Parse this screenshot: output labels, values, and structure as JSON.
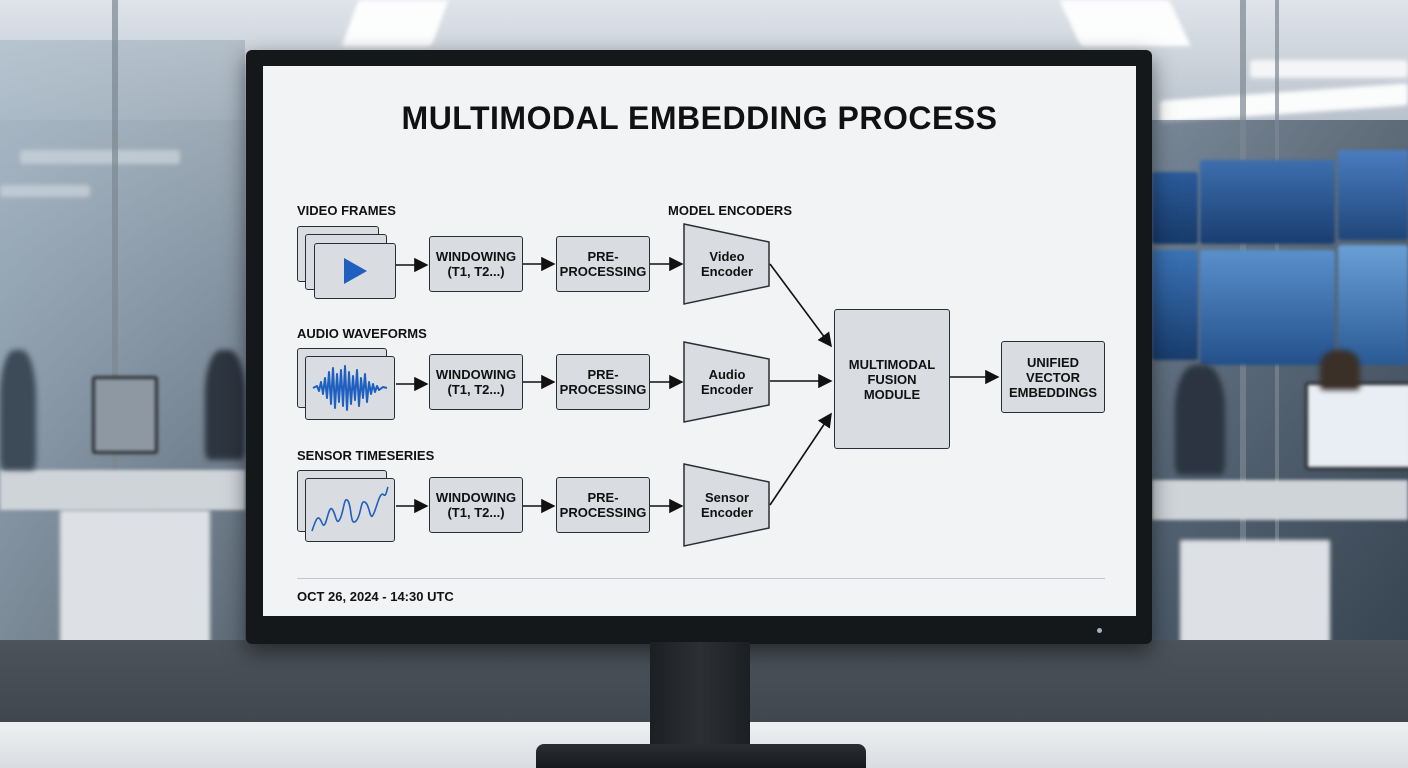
{
  "diagram": {
    "title": "MULTIMODAL EMBEDDING PROCESS",
    "encoders_header": "MODEL ENCODERS",
    "rows": [
      {
        "label": "VIDEO FRAMES",
        "icon": "video-play-icon",
        "windowing": [
          "WINDOWING",
          "(T1, T2...)"
        ],
        "preprocessing": [
          "PRE-",
          "PROCESSING"
        ],
        "encoder": [
          "Video",
          "Encoder"
        ]
      },
      {
        "label": "AUDIO WAVEFORMS",
        "icon": "audio-waveform-icon",
        "windowing": [
          "WINDOWING",
          "(T1, T2...)"
        ],
        "preprocessing": [
          "PRE-",
          "PROCESSING"
        ],
        "encoder": [
          "Audio",
          "Encoder"
        ]
      },
      {
        "label": "SENSOR TIMESERIES",
        "icon": "sensor-timeseries-icon",
        "windowing": [
          "WINDOWING",
          "(T1, T2...)"
        ],
        "preprocessing": [
          "PRE-",
          "PROCESSING"
        ],
        "encoder": [
          "Sensor",
          "Encoder"
        ]
      }
    ],
    "fusion": [
      "MULTIMODAL",
      "FUSION",
      "MODULE"
    ],
    "output": [
      "UNIFIED",
      "VECTOR",
      "EMBEDDINGS"
    ],
    "timestamp": "OCT 26, 2024 - 14:30 UTC"
  },
  "colors": {
    "box_fill": "#d9dde2",
    "box_stroke": "#2a2f35",
    "accent_blue": "#1f5fbf",
    "screen_bg": "#f1f3f5"
  }
}
